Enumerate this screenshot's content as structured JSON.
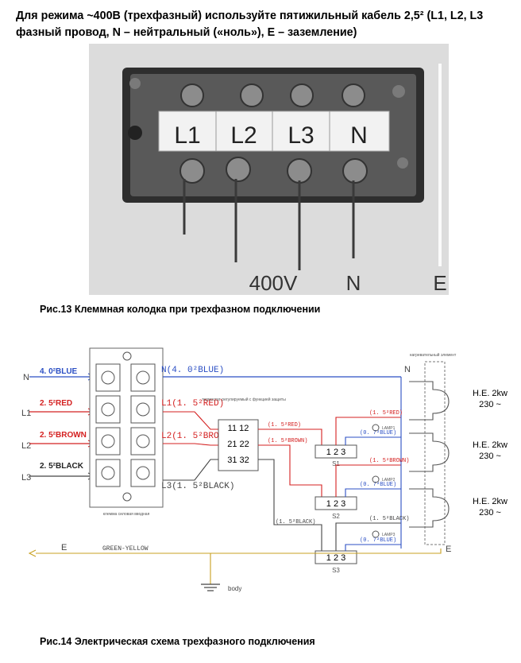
{
  "intro": "Для режима ~400В (трехфазный) используйте пятижильный кабель 2,5² (L1, L2, L3 фазный провод, N – нейтральный («ноль»), E – заземление)",
  "photo": {
    "terminals": [
      "L1",
      "L2",
      "L3",
      "N"
    ],
    "bottom_labels": [
      "400V",
      "N",
      "E"
    ]
  },
  "caption13": "Рис.13 Клеммная колодка при трехфазном подключении",
  "caption14": "Рис.14 Электрическая схема трехфазного подключения",
  "schematic": {
    "left_lines": [
      "N",
      "L1",
      "L2",
      "L3"
    ],
    "left_cables": [
      "4. 0²BLUE",
      "2. 5²RED",
      "2. 5²BROWN",
      "2. 5²BLACK"
    ],
    "block_caption": "клемма силовая вводная",
    "right_labels": {
      "n": "N(4. 0²BLUE)",
      "l1": "L1(1. 5²RED)",
      "l2": "L2(1. 5²BROWN)",
      "l3": "L3(1. 5²BLACK)"
    },
    "thermostat_caption": "термостат регулируемый с функцией защиты",
    "thermostat_rows": [
      "11  12",
      "21  22",
      "31  32"
    ],
    "mid_wires": [
      "(1. 5²RED)",
      "(1. 5²BROWN)",
      "(1. 5²BLACK)"
    ],
    "relay_pins": "1  2  3",
    "relays": [
      "S1",
      "S2",
      "S3"
    ],
    "wires_right": [
      "(1. 5²RED)",
      "(0. 7²BLUE)",
      "(1. 5²BROWN)",
      "(0. 7²BLUE)",
      "(1. 5²BLACK)",
      "(0. 7²BLUE)"
    ],
    "lamps": [
      "LAMP1",
      "LAMP2",
      "LAMP3"
    ],
    "heater_caption": "нагревательный элемент",
    "n_top": "N",
    "heaters": [
      {
        "name": "H.E. 2kw",
        "voltage": "230 ~"
      },
      {
        "name": "H.E. 2kw",
        "voltage": "230 ~"
      },
      {
        "name": "H.E. 2kw",
        "voltage": "230 ~"
      }
    ],
    "earth": "E",
    "earth_right": "E",
    "green_yellow": "GREEN-YELLOW",
    "body": "body",
    "colors": {
      "blue": "#2b4fc4",
      "red": "#d42020",
      "line": "#444444"
    }
  }
}
